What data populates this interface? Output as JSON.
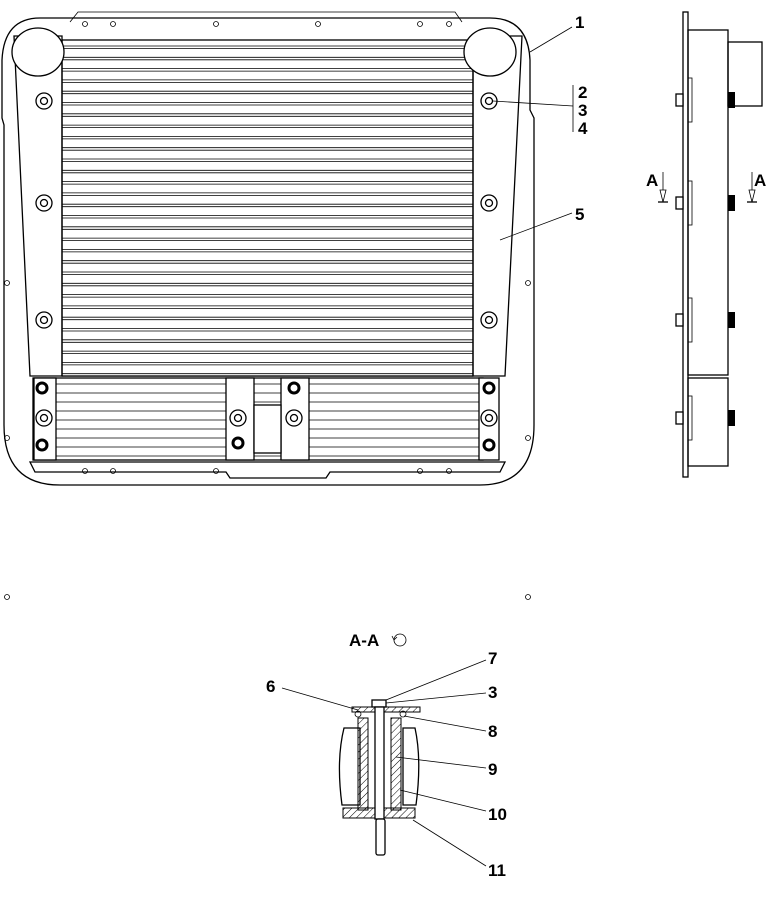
{
  "front_view": {
    "callouts": [
      "1",
      "2",
      "3",
      "4",
      "5"
    ]
  },
  "side_view": {
    "section_marker_left": "A",
    "section_marker_right": "A"
  },
  "section_view": {
    "title": "A-A",
    "callouts": [
      "7",
      "6",
      "3",
      "8",
      "9",
      "10",
      "11"
    ]
  }
}
